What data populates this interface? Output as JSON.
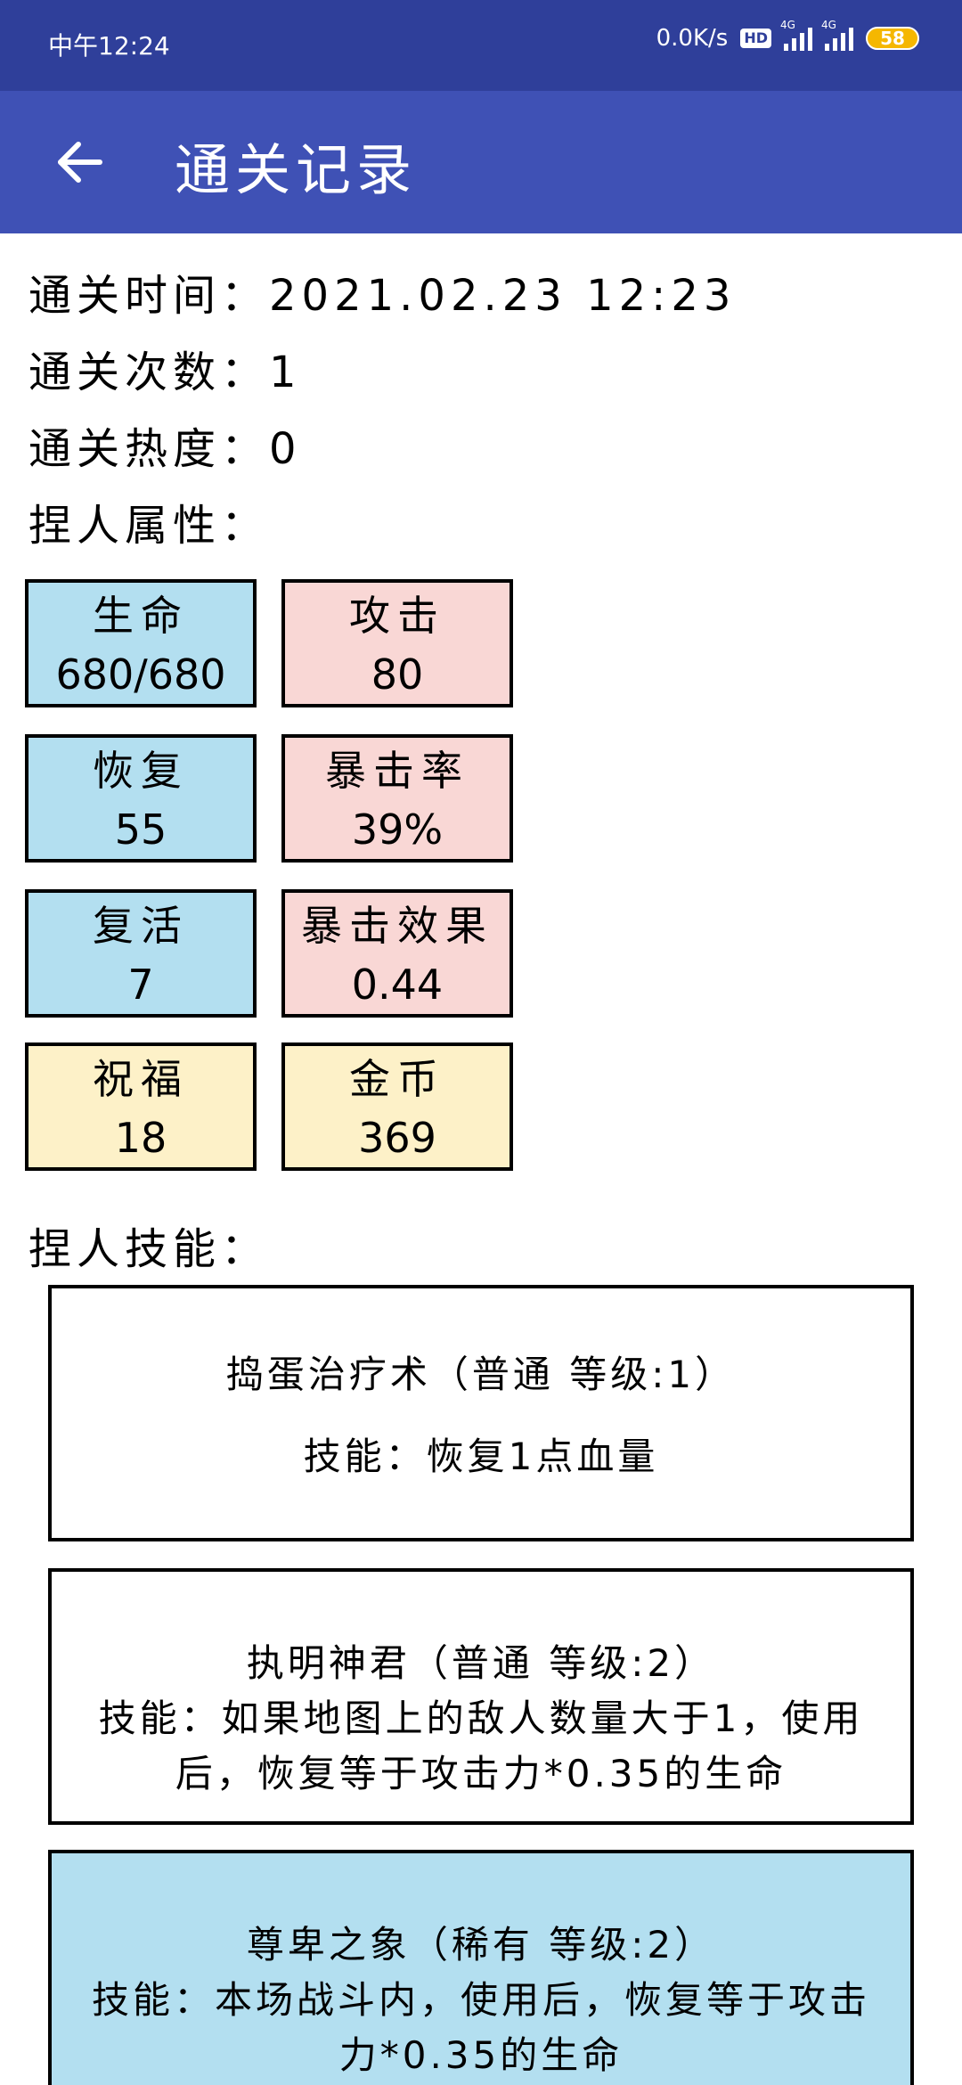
{
  "status_bar": {
    "time": "中午12:24",
    "net_speed": "0.0K/s",
    "hd": "HD",
    "net1": "4G",
    "net2": "4G",
    "battery": "58"
  },
  "app_bar": {
    "title": "通关记录",
    "back_icon": "arrow-left-icon"
  },
  "record": {
    "time_line": "通关时间：2021.02.23  12:23",
    "count_line": "通关次数：1",
    "heat_line": "通关热度：0",
    "attr_header": "捏人属性：",
    "skill_header": "捏人技能："
  },
  "attributes": [
    {
      "label": "生命",
      "value": "680/680",
      "color": "#b3dff0"
    },
    {
      "label": "攻击",
      "value": "80",
      "color": "#f9d7d5"
    },
    {
      "label": "恢复",
      "value": "55",
      "color": "#b3dff0"
    },
    {
      "label": "暴击率",
      "value": "39%",
      "color": "#f9d7d5"
    },
    {
      "label": "复活",
      "value": "7",
      "color": "#b3dff0"
    },
    {
      "label": "暴击效果",
      "value": "0.44",
      "color": "#f9d7d5"
    },
    {
      "label": "祝福",
      "value": "18",
      "color": "#fdf1c8"
    },
    {
      "label": "金币",
      "value": "369",
      "color": "#fdf1c8"
    }
  ],
  "skills": [
    {
      "name": "捣蛋治疗术（普通 等级:1）",
      "desc": "技能：恢复1点血量",
      "color": "#ffffff"
    },
    {
      "name": "执明神君（普通 等级:2）",
      "desc": "技能：如果地图上的敌人数量大于1，使用后，恢复等于攻击力*0.35的生命",
      "color": "#ffffff"
    },
    {
      "name": "尊卑之象（稀有 等级:2）",
      "desc": "技能：本场战斗内，使用后，恢复等于攻击力*0.35的生命",
      "color": "#b3dff0"
    }
  ]
}
